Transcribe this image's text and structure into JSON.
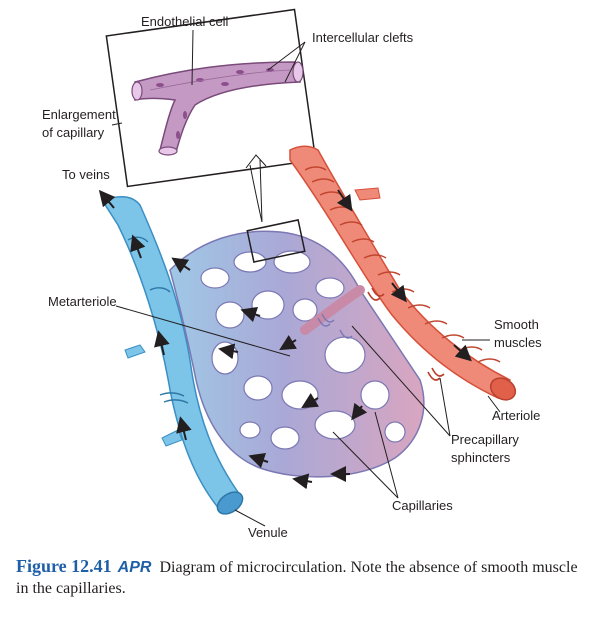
{
  "labels": {
    "endothelial_cell": "Endothelial cell",
    "intercellular_clefts": "Intercellular clefts",
    "enlargement_line1": "Enlargement",
    "enlargement_line2": "of capillary",
    "to_veins": "To veins",
    "metarteriole": "Metarteriole",
    "smooth_line1": "Smooth",
    "smooth_line2": "muscles",
    "arteriole": "Arteriole",
    "precap_line1": "Precapillary",
    "precap_line2": "sphincters",
    "capillaries": "Capillaries",
    "venule": "Venule"
  },
  "caption": {
    "figure_number": "Figure 12.41",
    "badge": "APR",
    "text": "Diagram of microcirculation. Note the absence of smooth muscle in the capillaries."
  },
  "colors": {
    "arteriole": "#f08a78",
    "venule": "#7cc4e8",
    "capillary": "#a9a9d4",
    "enlarged_capillary": "#c49ac4",
    "caption_accent": "#1f5fa8"
  }
}
